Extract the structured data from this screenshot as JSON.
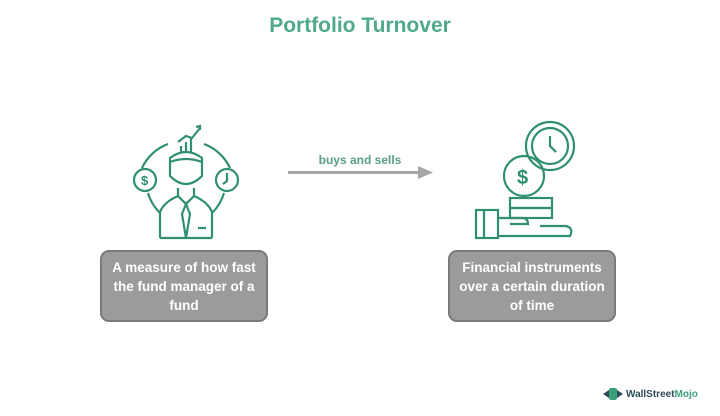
{
  "title": "Portfolio Turnover",
  "arrow_label": "buys and sells",
  "left_box": "A measure of how fast the fund manager of a fund",
  "right_box": "Financial instruments over a certain duration of time",
  "logo": {
    "part1": "WallStreet",
    "part2": "Mojo"
  },
  "icons": {
    "left": "fund-manager-icon",
    "right": "coins-clock-hand-icon"
  },
  "colors": {
    "accent": "#4fa98a",
    "box": "#9b9b9b",
    "arrow": "#a6a6a6"
  }
}
